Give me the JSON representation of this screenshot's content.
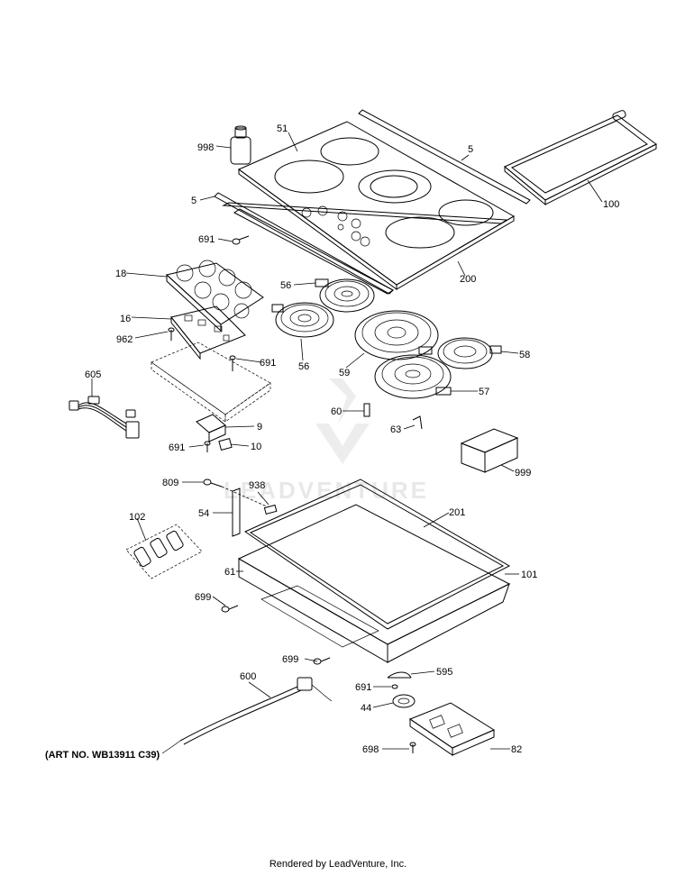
{
  "watermark": "LEADVENTURE",
  "art_number": "(ART NO. WB13911 C39)",
  "footer": "Rendered by LeadVenture, Inc.",
  "callouts": [
    "998",
    "51",
    "5",
    "5",
    "100",
    "691",
    "200",
    "18",
    "56",
    "16",
    "962",
    "691",
    "56",
    "59",
    "58",
    "57",
    "605",
    "60",
    "63",
    "9",
    "691",
    "10",
    "999",
    "809",
    "938",
    "54",
    "201",
    "102",
    "61",
    "101",
    "699",
    "699",
    "600",
    "595",
    "691",
    "44",
    "698",
    "82"
  ]
}
